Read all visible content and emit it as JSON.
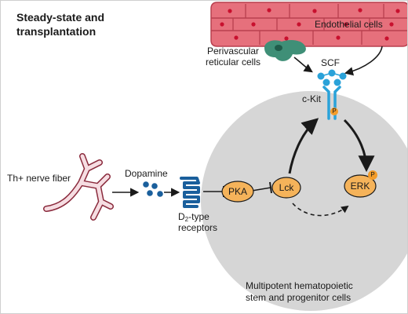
{
  "title_lines": [
    "Steady-state and",
    "transplantation"
  ],
  "labels": {
    "endothelial": "Endothelial cells",
    "perivascular_line1": "Perivascular",
    "perivascular_line2": "reticular cells",
    "scf": "SCF",
    "ckit": "c-Kit",
    "phospho": "P",
    "nerve": "Th+ nerve fiber",
    "dopamine": "Dopamine",
    "d2_letter": "D",
    "d2_sub": "2",
    "d2_rest": "-type",
    "receptors": "receptors",
    "pka": "PKA",
    "lck": "Lck",
    "erk": "ERK",
    "hspc_line1": "Multipotent hematopoietic",
    "hspc_line2": "stem and progenitor cells"
  },
  "colors": {
    "cell_fill": "#d6d6d6",
    "vessel_fill": "#e6707c",
    "vessel_edge": "#b8404f",
    "nucleus": "#c8102e",
    "reticular": "#3f8f77",
    "ligand_blue": "#2aa2d9",
    "receptor_blue": "#1a5f9c",
    "nerve_fill": "#f6dde2",
    "nerve_edge": "#8a2a3c",
    "node_fill": "#f5b35a",
    "phospho_fill": "#f39c2a"
  }
}
